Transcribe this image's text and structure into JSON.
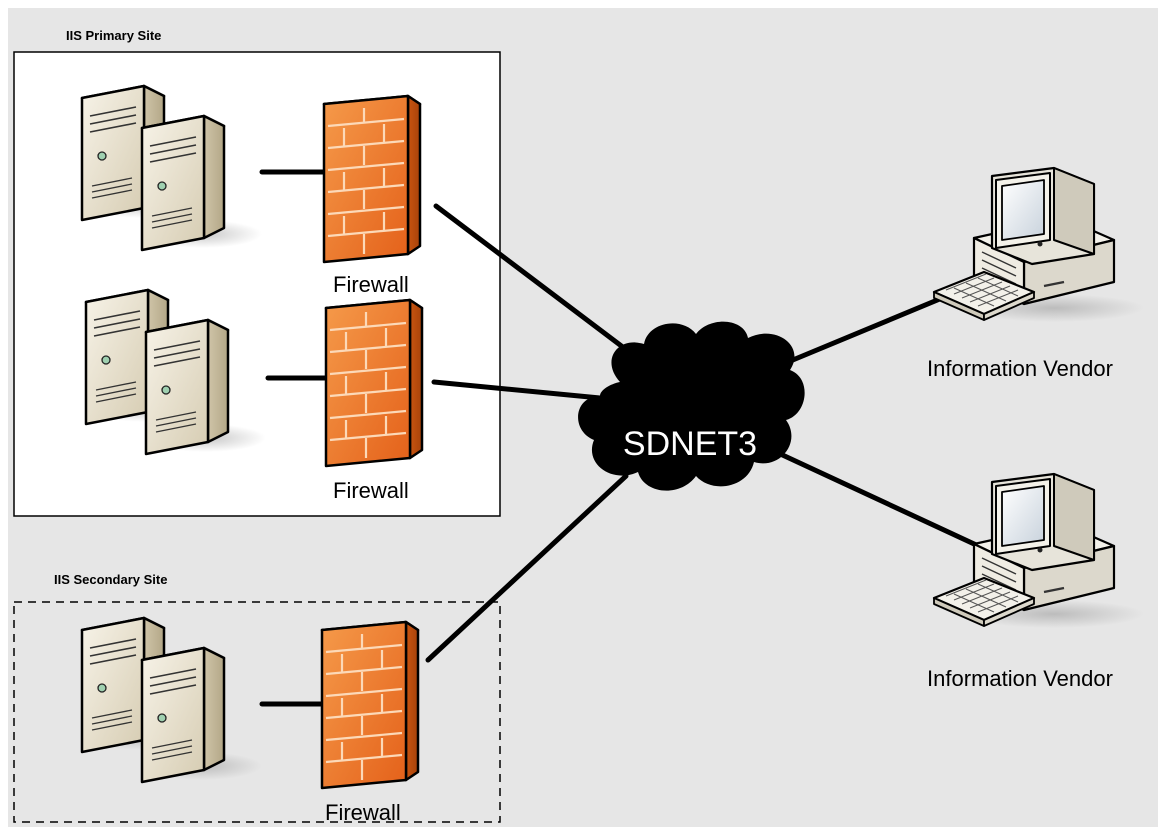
{
  "colors": {
    "canvas_background": "#e6e6e6",
    "primary_site_fill": "#ffffff",
    "secondary_site_fill": "#e6e6e6",
    "firewall_orange": "#f07a2c",
    "firewall_mortar": "#fcd9b8",
    "server_beige": "#efe9d8",
    "cloud_black": "#000000",
    "link_black": "#000000"
  },
  "sites": {
    "primary": {
      "title": "IIS Primary Site"
    },
    "secondary": {
      "title": "IIS Secondary Site"
    }
  },
  "firewalls": [
    {
      "label": "Firewall",
      "icon": "firewall-icon"
    },
    {
      "label": "Firewall",
      "icon": "firewall-icon"
    },
    {
      "label": "Firewall",
      "icon": "firewall-icon"
    }
  ],
  "servers": [
    {
      "icon": "server-pair-icon"
    },
    {
      "icon": "server-pair-icon"
    },
    {
      "icon": "server-pair-icon"
    }
  ],
  "network": {
    "label": "SDNET3",
    "icon": "cloud-icon"
  },
  "vendors": [
    {
      "label": "Information Vendor",
      "icon": "workstation-icon"
    },
    {
      "label": "Information Vendor",
      "icon": "workstation-icon"
    }
  ]
}
